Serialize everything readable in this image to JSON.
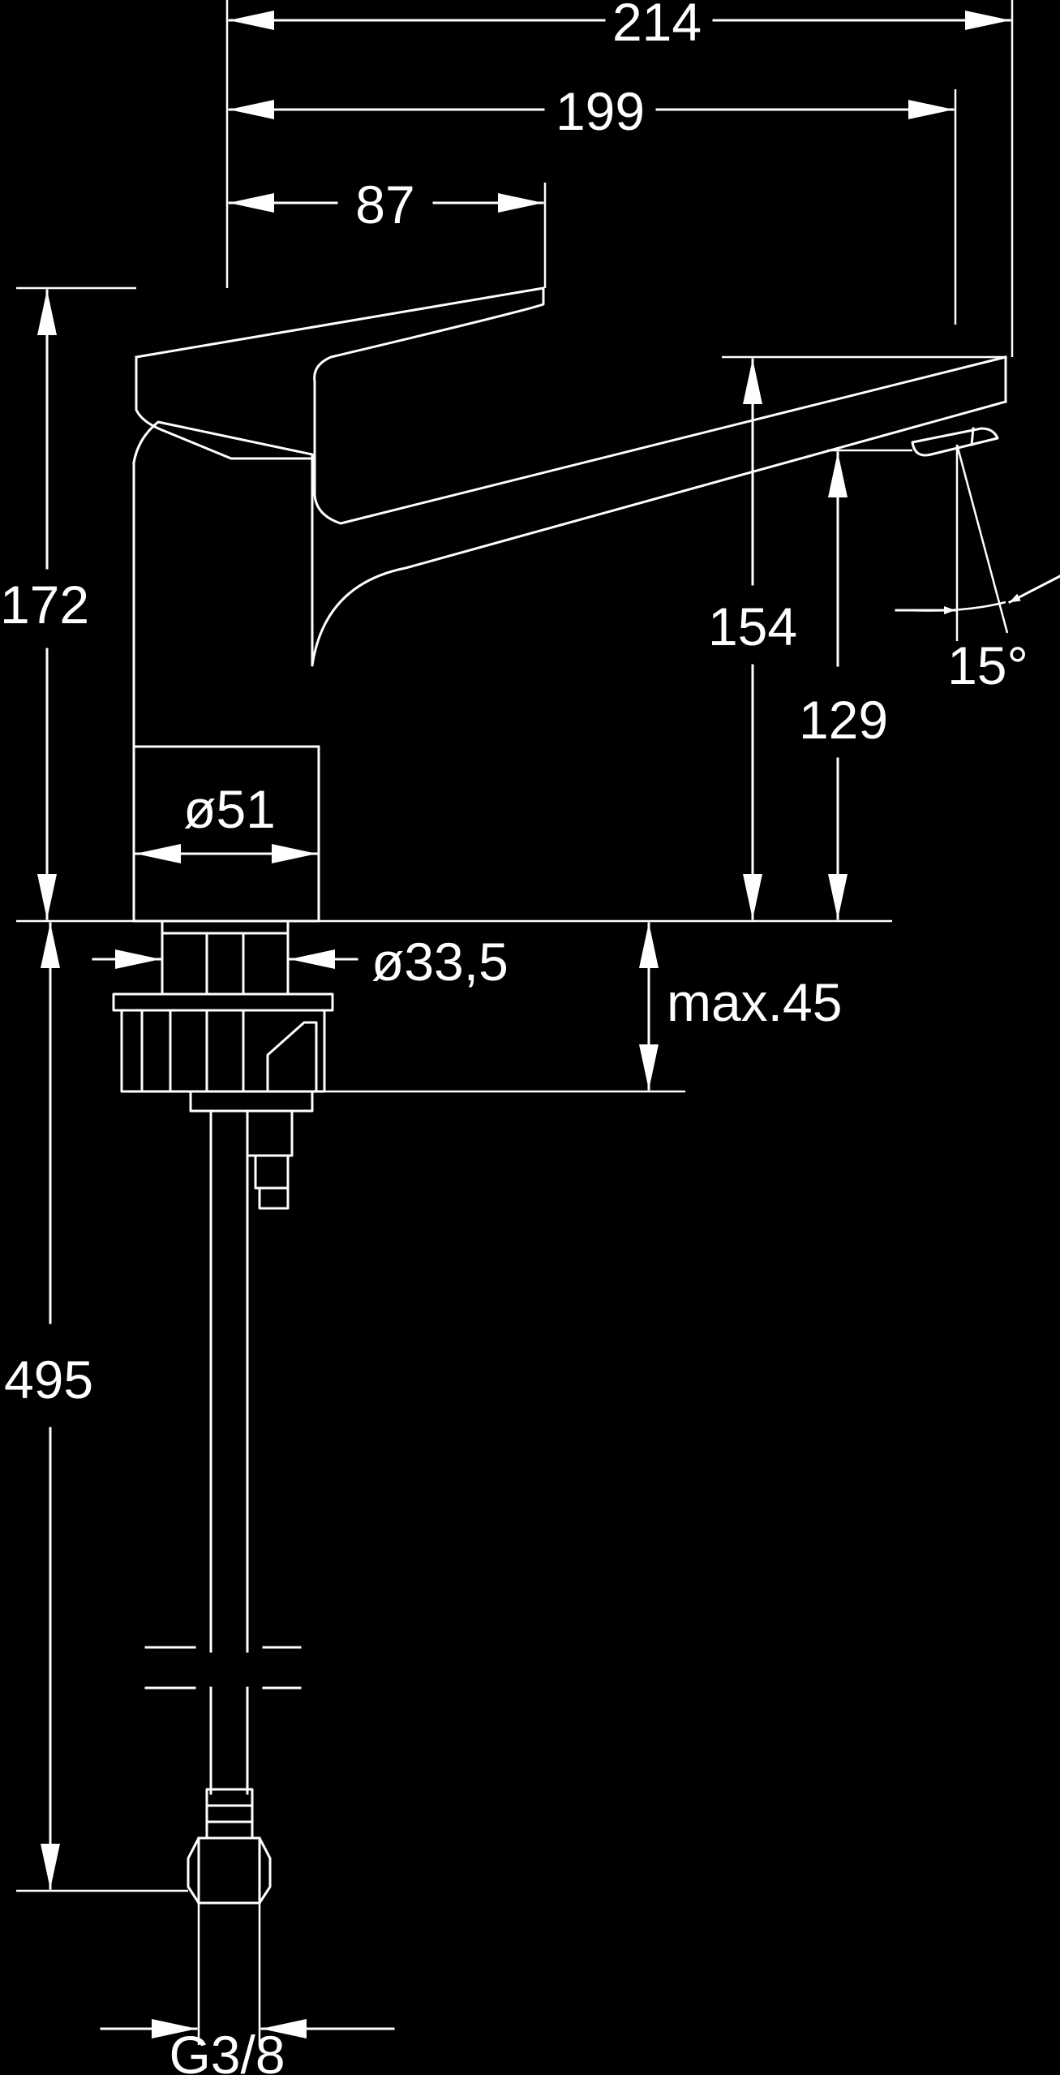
{
  "colors": {
    "background": "#000000",
    "lines": "#ffffff"
  },
  "dimensions": {
    "overall_length": "214",
    "spout_reach": "199",
    "lever_reach": "87",
    "total_height": "172",
    "spout_top_height": "154",
    "outlet_height": "129",
    "outlet_angle": "15°",
    "body_diameter": "ø51",
    "mounting_hole_diameter": "ø33,5",
    "max_deck_thickness": "max.45",
    "hose_length": "495",
    "connection_thread": "G3/8"
  }
}
